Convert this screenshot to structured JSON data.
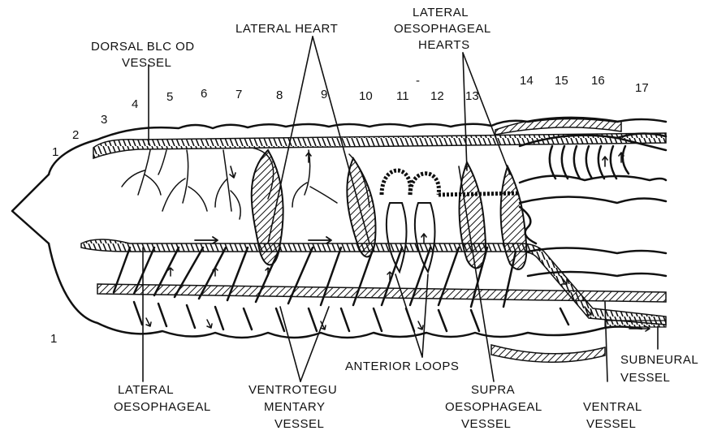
{
  "labels": {
    "dorsal_l1": "DORSAL BLC OD",
    "dorsal_l2": "VESSEL",
    "lateral_heart": "LATERAL HEART",
    "lat_oeso_l1": "LATERAL",
    "lat_oeso_l2": "OESOPHAGEAL",
    "lat_oeso_l3": "HEARTS",
    "anterior_loops": "ANTERIOR LOOPS",
    "subneural_l1": "SUBNEURAL",
    "subneural_l2": "VESSEL",
    "lateral_oeso_l1": "LATERAL",
    "lateral_oeso_l2": "OESOPHAGEAL",
    "ventro_l1": "VENTROTEGU",
    "ventro_l2": "MENTARY",
    "ventro_l3": "VESSEL",
    "supra_l1": "SUPRA",
    "supra_l2": "OESOPHAGEAL",
    "supra_l3": "VESSEL",
    "ventral_l1": "VENTRAL",
    "ventral_l2": "VESSEL"
  },
  "segments": [
    "1",
    "2",
    "3",
    "4",
    "5",
    "6",
    "7",
    "8",
    "9",
    "10",
    "11",
    "12",
    "13",
    "14",
    "15",
    "16",
    "17"
  ],
  "stray_marks": [
    "-",
    "1"
  ]
}
